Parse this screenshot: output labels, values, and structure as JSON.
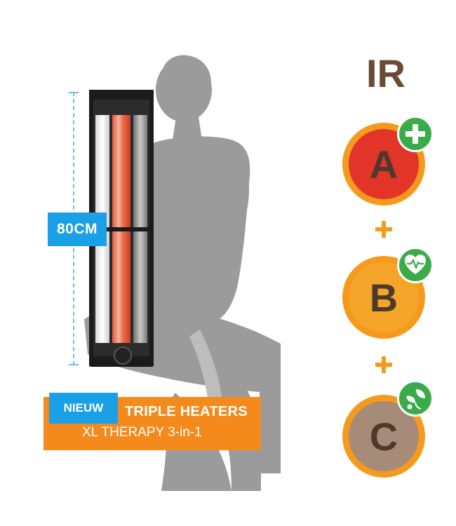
{
  "measurement": {
    "label": "80CM"
  },
  "promo": {
    "new_label": "NIEUW",
    "title": "TRIPLE HEATERS",
    "subtitle": "XL THERAPY 3-in-1"
  },
  "infrared": {
    "title": "IR",
    "types": [
      {
        "letter": "A",
        "icon": "plus-icon",
        "color": "#e23428"
      },
      {
        "letter": "B",
        "icon": "heart-pulse-icon",
        "color": "#f5a62a"
      },
      {
        "letter": "C",
        "icon": "leaves-icon",
        "color": "#a68b78"
      }
    ],
    "ring_color": "#f59a1c",
    "badge_color": "#3bab4a"
  },
  "colors": {
    "accent_blue": "#1aa0e6",
    "accent_orange": "#f48a1c",
    "text_brown": "#6b4b34"
  }
}
